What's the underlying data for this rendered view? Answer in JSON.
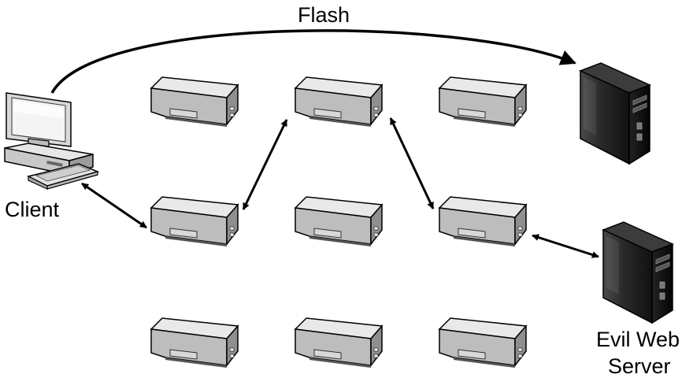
{
  "labels": {
    "flash": "Flash",
    "client": "Client",
    "server_line1": "Evil Web",
    "server_line2": "Server"
  },
  "nodes": {
    "relays": [
      {
        "id": "relay-1",
        "row": 1,
        "col": 1
      },
      {
        "id": "relay-2",
        "row": 1,
        "col": 2
      },
      {
        "id": "relay-3",
        "row": 1,
        "col": 3
      },
      {
        "id": "relay-4",
        "row": 2,
        "col": 1
      },
      {
        "id": "relay-5",
        "row": 2,
        "col": 2
      },
      {
        "id": "relay-6",
        "row": 2,
        "col": 3
      },
      {
        "id": "relay-7",
        "row": 3,
        "col": 1
      },
      {
        "id": "relay-8",
        "row": 3,
        "col": 2
      },
      {
        "id": "relay-9",
        "row": 3,
        "col": 3
      }
    ],
    "client": {
      "icon": "desktop-computer-icon"
    },
    "servers": [
      {
        "id": "server-top",
        "icon": "tower-server-icon"
      },
      {
        "id": "server-bottom",
        "icon": "tower-server-icon"
      }
    ]
  },
  "edges": [
    {
      "from": "client",
      "to": "server-top",
      "style": "one-way curve",
      "label": "Flash"
    },
    {
      "from": "client",
      "to": "relay-4",
      "style": "two-way"
    },
    {
      "from": "relay-4",
      "to": "relay-2",
      "style": "two-way"
    },
    {
      "from": "relay-2",
      "to": "relay-6",
      "style": "two-way"
    },
    {
      "from": "relay-6",
      "to": "server-bottom",
      "style": "two-way"
    }
  ],
  "colors": {
    "relay_top": "#e9e9e9",
    "relay_front": "#bdbdbd",
    "relay_side": "#8f8f8f",
    "server_body": "#1e1e1e",
    "line": "#000000"
  }
}
